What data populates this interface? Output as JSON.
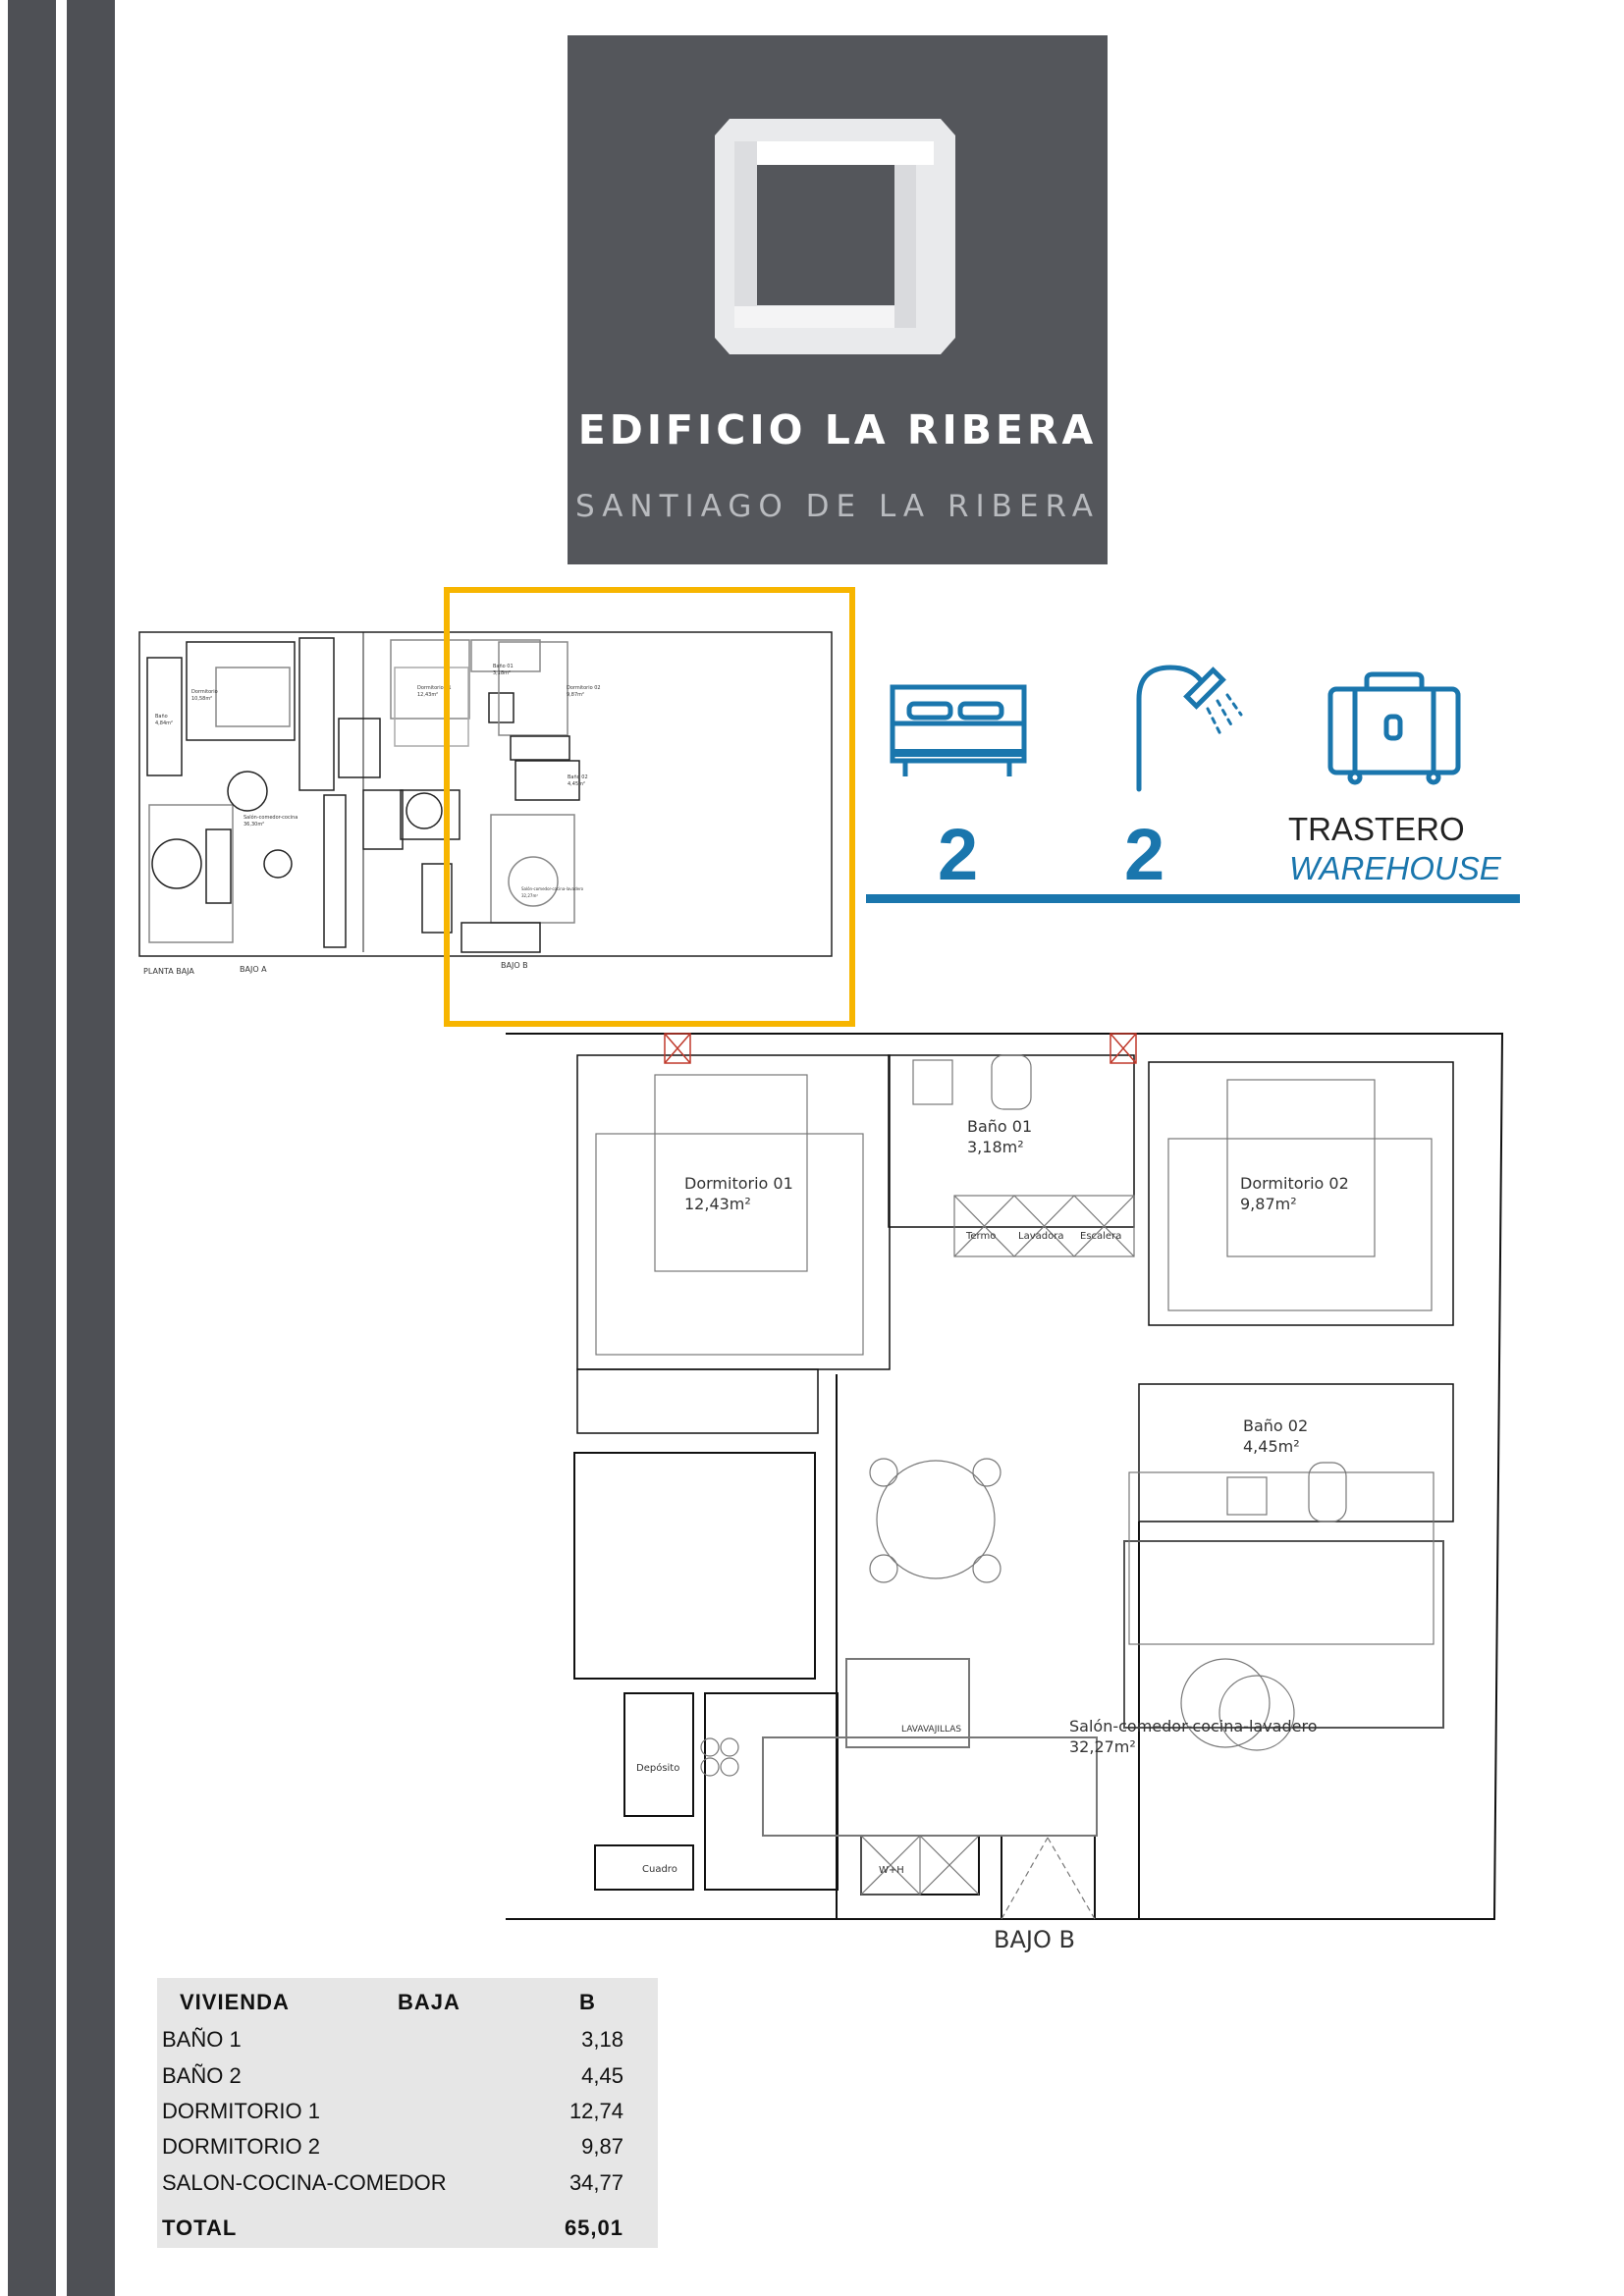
{
  "logo": {
    "title": "EDIFICIO LA RIBERA",
    "subtitle": "SANTIAGO DE LA RIBERA"
  },
  "overview_plan": {
    "labels": {
      "planta": "PLANTA BAJA",
      "bajo_a": "BAJO A",
      "bajo_b": "BAJO B"
    },
    "rooms": [
      {
        "name": "Dormitorio",
        "area": "10,58m²"
      },
      {
        "name": "Baño",
        "area": "4,84m²"
      },
      {
        "name": "Salón-comedor-cocina",
        "area": "36,30m²"
      },
      {
        "name": "Dormitorio 01",
        "area": "12,43m²"
      },
      {
        "name": "Baño 01",
        "area": "3,18m²"
      },
      {
        "name": "Dormitorio 02",
        "area": "9,87m²"
      },
      {
        "name": "Baño 02",
        "area": "4,45m²"
      },
      {
        "name": "Salón-comedor-cocina-lavadero",
        "area": "32,27m²"
      }
    ],
    "highlight_color": "#f7b500"
  },
  "features": {
    "bedrooms": {
      "icon": "bed-icon",
      "count": "2"
    },
    "bathrooms": {
      "icon": "shower-icon",
      "count": "2"
    },
    "storage": {
      "icon": "suitcase-icon",
      "label": "TRASTERO",
      "label_en": "WAREHOUSE"
    },
    "accent": "#1a76ad"
  },
  "plan": {
    "title": "BAJO B",
    "rooms": {
      "dorm1": {
        "name": "Dormitorio 01",
        "area": "12,43m²"
      },
      "bano1": {
        "name": "Baño 01",
        "area": "3,18m²"
      },
      "dorm2": {
        "name": "Dormitorio 02",
        "area": "9,87m²"
      },
      "bano2": {
        "name": "Baño 02",
        "area": "4,45m²"
      },
      "salon": {
        "name": "Salón-comedor-cocina-lavadero",
        "area": "32,27m²"
      }
    },
    "fixtures": {
      "termo": "Termo",
      "lavadora": "Lavadora",
      "escalera": "Escalera",
      "deposito": "Depósito",
      "cuadro": "Cuadro",
      "lavavajillas": "LAVAVAJILLAS",
      "wh": "W+H"
    }
  },
  "table": {
    "headers": [
      "VIVIENDA",
      "BAJA",
      "B"
    ],
    "rows": [
      {
        "label": "BAÑO 1",
        "value": "3,18"
      },
      {
        "label": "BAÑO 2",
        "value": "4,45"
      },
      {
        "label": "DORMITORIO 1",
        "value": "12,74"
      },
      {
        "label": "DORMITORIO 2",
        "value": "9,87"
      },
      {
        "label": "SALON-COCINA-COMEDOR",
        "value": "34,77"
      }
    ],
    "total": {
      "label": "TOTAL",
      "value": "65,01"
    }
  }
}
